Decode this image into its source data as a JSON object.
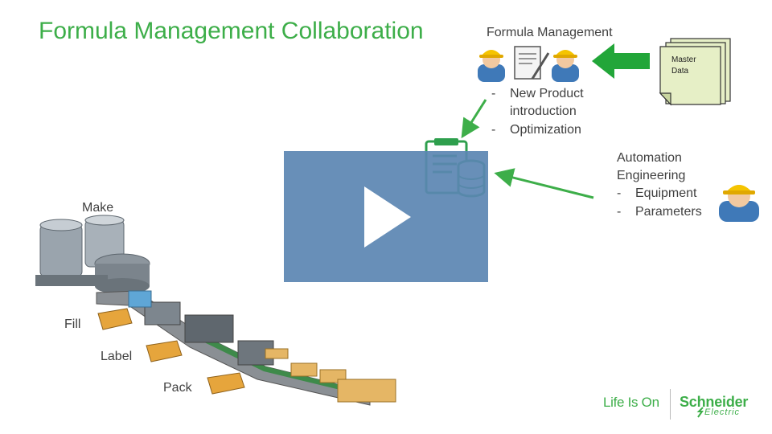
{
  "slide": {
    "title": "Formula Management Collaboration",
    "formula_mgmt": {
      "heading": "Formula Management",
      "bullets": [
        "New Product",
        "introduction",
        "Optimization"
      ],
      "dashes": [
        "-",
        "-"
      ]
    },
    "master_data": {
      "line1": "Master",
      "line2": "Data"
    },
    "automation": {
      "line1": "Automation",
      "line2": "Engineering",
      "bullets": [
        "Equipment",
        "Parameters"
      ],
      "dashes": [
        "-",
        "-"
      ]
    },
    "production": {
      "make": "Make",
      "fill": "Fill",
      "label": "Label",
      "pack": "Pack"
    },
    "brand": {
      "tagline": "Life Is On",
      "name": "Schneider",
      "sub": "Electric"
    }
  },
  "colors": {
    "accent": "#3dae49",
    "overlay": "#5b85b2",
    "text": "#404040"
  }
}
